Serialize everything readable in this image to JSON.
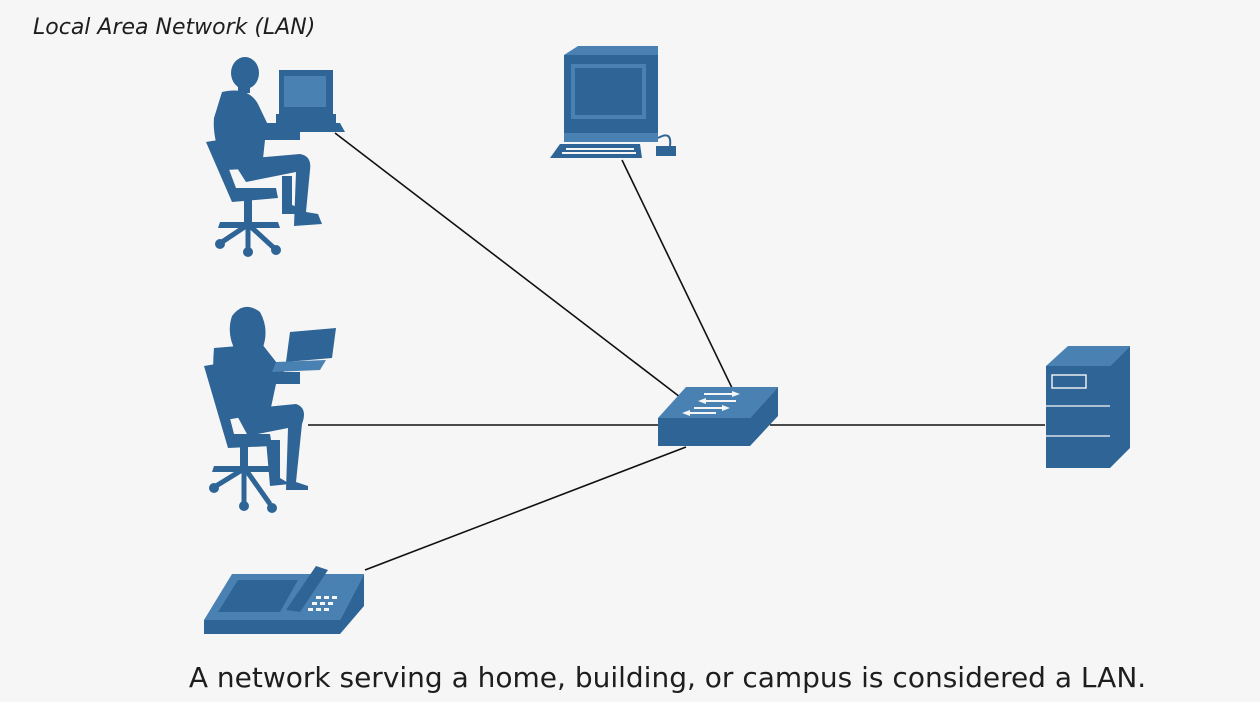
{
  "diagram": {
    "title": "Local Area Network (LAN)",
    "caption": "A network serving a home, building, or campus is considered a LAN.",
    "colors": {
      "icon_fill": "#2e6496",
      "icon_light": "#4a81b3",
      "line": "#111111",
      "background": "#f6f6f6"
    },
    "nodes": [
      {
        "id": "user-desktop",
        "icon": "person-at-desktop-icon"
      },
      {
        "id": "workstation",
        "icon": "desktop-computer-icon"
      },
      {
        "id": "user-laptop",
        "icon": "person-with-laptop-icon"
      },
      {
        "id": "switch",
        "icon": "network-switch-icon"
      },
      {
        "id": "server",
        "icon": "server-tower-icon"
      },
      {
        "id": "phone",
        "icon": "ip-phone-icon"
      }
    ],
    "links": [
      {
        "from": "user-desktop",
        "to": "switch"
      },
      {
        "from": "workstation",
        "to": "switch"
      },
      {
        "from": "user-laptop",
        "to": "switch"
      },
      {
        "from": "phone",
        "to": "switch"
      },
      {
        "from": "switch",
        "to": "server"
      }
    ]
  }
}
